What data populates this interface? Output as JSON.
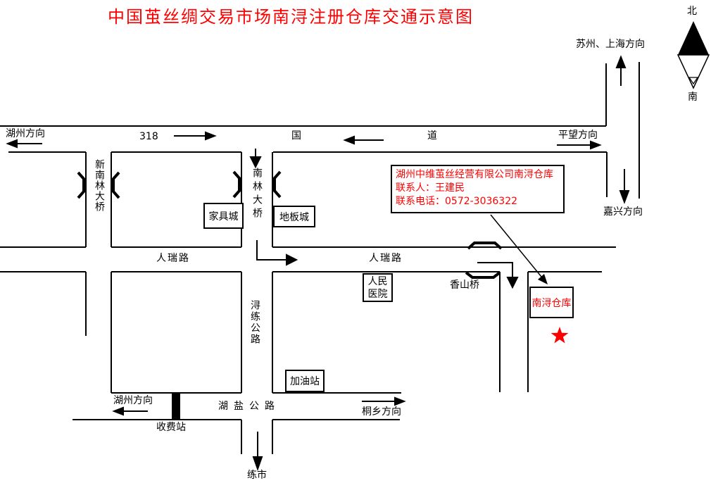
{
  "title": "中国茧丝绸交易市场南浔注册仓库交通示意图",
  "compass": {
    "north": "北",
    "south": "南"
  },
  "directions": {
    "suzhou_shanghai": "苏州、上海方向",
    "huzhou_top": "湖州方向",
    "pingwang": "平望方向",
    "jiaxing": "嘉兴方向",
    "huzhou_bottom": "湖州方向",
    "tongxiang": "桐乡方向",
    "lianshi": "练市"
  },
  "roads": {
    "g318": "318",
    "guo": "国",
    "dao": "道",
    "renrui_left": "人瑞路",
    "renrui_right": "人瑞路",
    "xunlian": "浔练公路",
    "huyan": "湖盐公路"
  },
  "bridges": {
    "xin_nanlin": "新南林大桥",
    "nanlin": "南林大桥",
    "xiangshan": "香山桥"
  },
  "landmarks": {
    "furniture_city": "家具城",
    "floor_city": "地板城",
    "hospital_line1": "人民",
    "hospital_line2": "医院",
    "gas_station": "加油站",
    "toll_station": "收费站",
    "warehouse": "南浔仓库"
  },
  "info_box": {
    "line1": "湖州中维茧丝经营有限公司南浔仓库",
    "line2": "联系人：王建民",
    "line3": "联系电话：0572-3036322"
  },
  "colors": {
    "accent_red": "#ff0000",
    "line_black": "#000000"
  }
}
